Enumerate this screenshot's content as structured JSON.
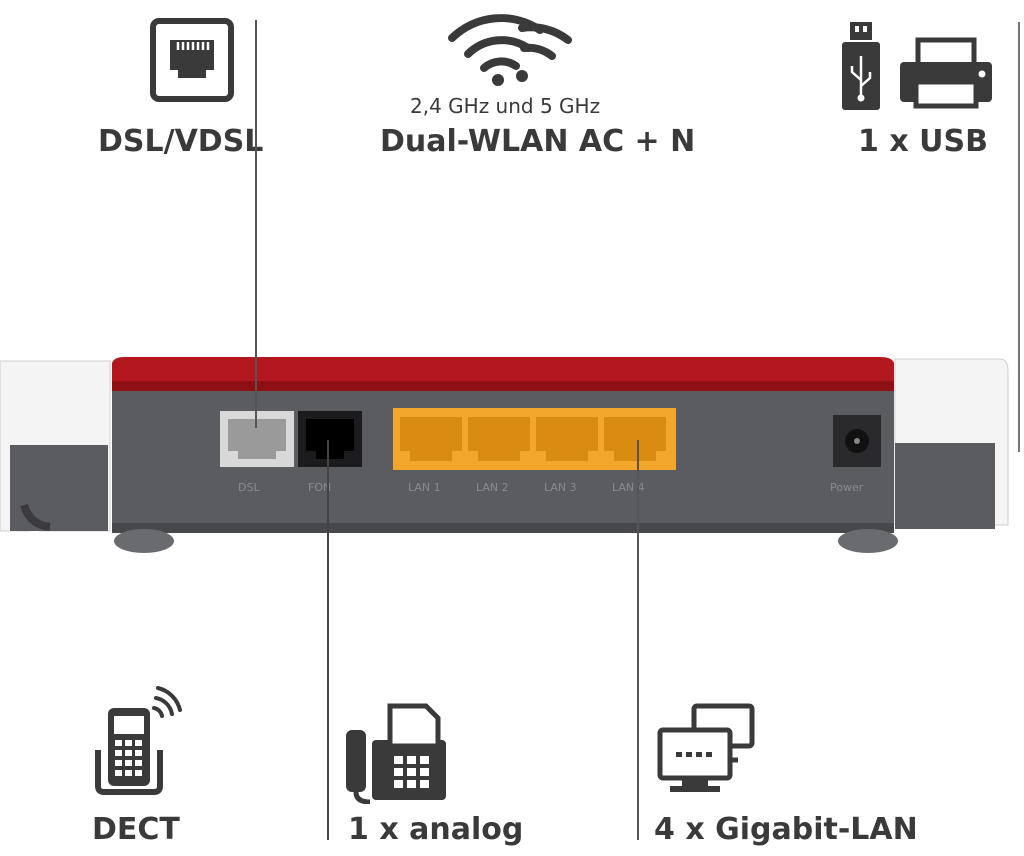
{
  "features": {
    "dsl": {
      "label": "DSL/VDSL",
      "icon": "ethernet-port-icon"
    },
    "wlan": {
      "subtitle": "2,4 GHz und 5 GHz",
      "label": "Dual-WLAN AC + N",
      "icon": "wifi-icon"
    },
    "usb": {
      "label": "1 x USB",
      "icon": "usb-printer-icon"
    },
    "dect": {
      "label": "DECT",
      "icon": "cordless-phone-icon"
    },
    "analog": {
      "label": "1 x analog",
      "icon": "fax-phone-icon"
    },
    "lan": {
      "label": "4 x Gigabit-LAN",
      "icon": "computer-network-icon"
    }
  },
  "device": {
    "port_labels": [
      "DSL",
      "FON",
      "LAN 1",
      "LAN 2",
      "LAN 3",
      "LAN 4",
      "Power"
    ]
  },
  "colors": {
    "brand_red": "#b3171e",
    "housing_gray": "#5b5c60",
    "lan_orange": "#f2a62b",
    "text": "#3a3a3a"
  }
}
